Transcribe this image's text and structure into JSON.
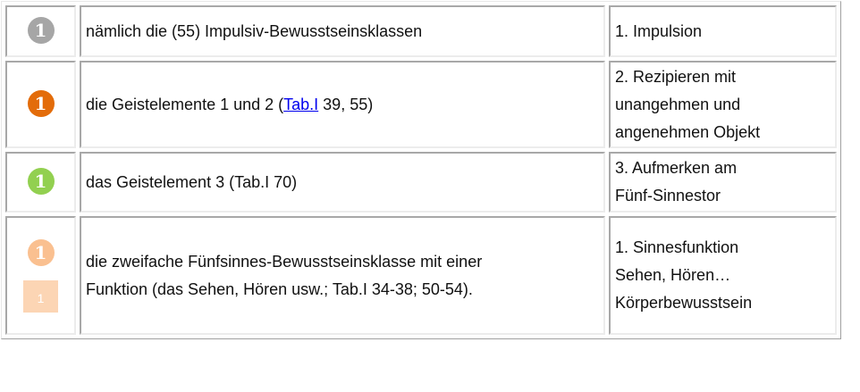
{
  "colors": {
    "gray": "#a6a6a6",
    "orange": "#e36c0a",
    "green": "#92d050",
    "peach": "#fac090"
  },
  "rows": [
    {
      "badge": "1",
      "text": "nämlich die (55) Impulsiv-Bewusstseinsklassen",
      "right": [
        "1. Impulsion"
      ]
    },
    {
      "badge": "1",
      "text_before": "die Geistelemente 1 und 2 (",
      "link": "Tab.I",
      "text_after": " 39, 55)",
      "right": [
        "2. Rezipieren mit",
        "unangehmen und",
        "angenehmen Objekt"
      ]
    },
    {
      "badge": "1",
      "text": "das Geistelement 3 (Tab.I 70)",
      "right": [
        "3. Aufmerken am",
        "Fünf-Sinnestor"
      ]
    },
    {
      "badge": "1",
      "square": "1",
      "text": [
        "die zweifache Fünfsinnes-Bewusstseinsklasse mit einer",
        "Funktion (das Sehen, Hören usw.; Tab.I 34-38; 50-54)."
      ],
      "right": [
        "1. Sinnesfunktion",
        "Sehen, Hören…",
        "Körperbewusstsein"
      ]
    }
  ]
}
